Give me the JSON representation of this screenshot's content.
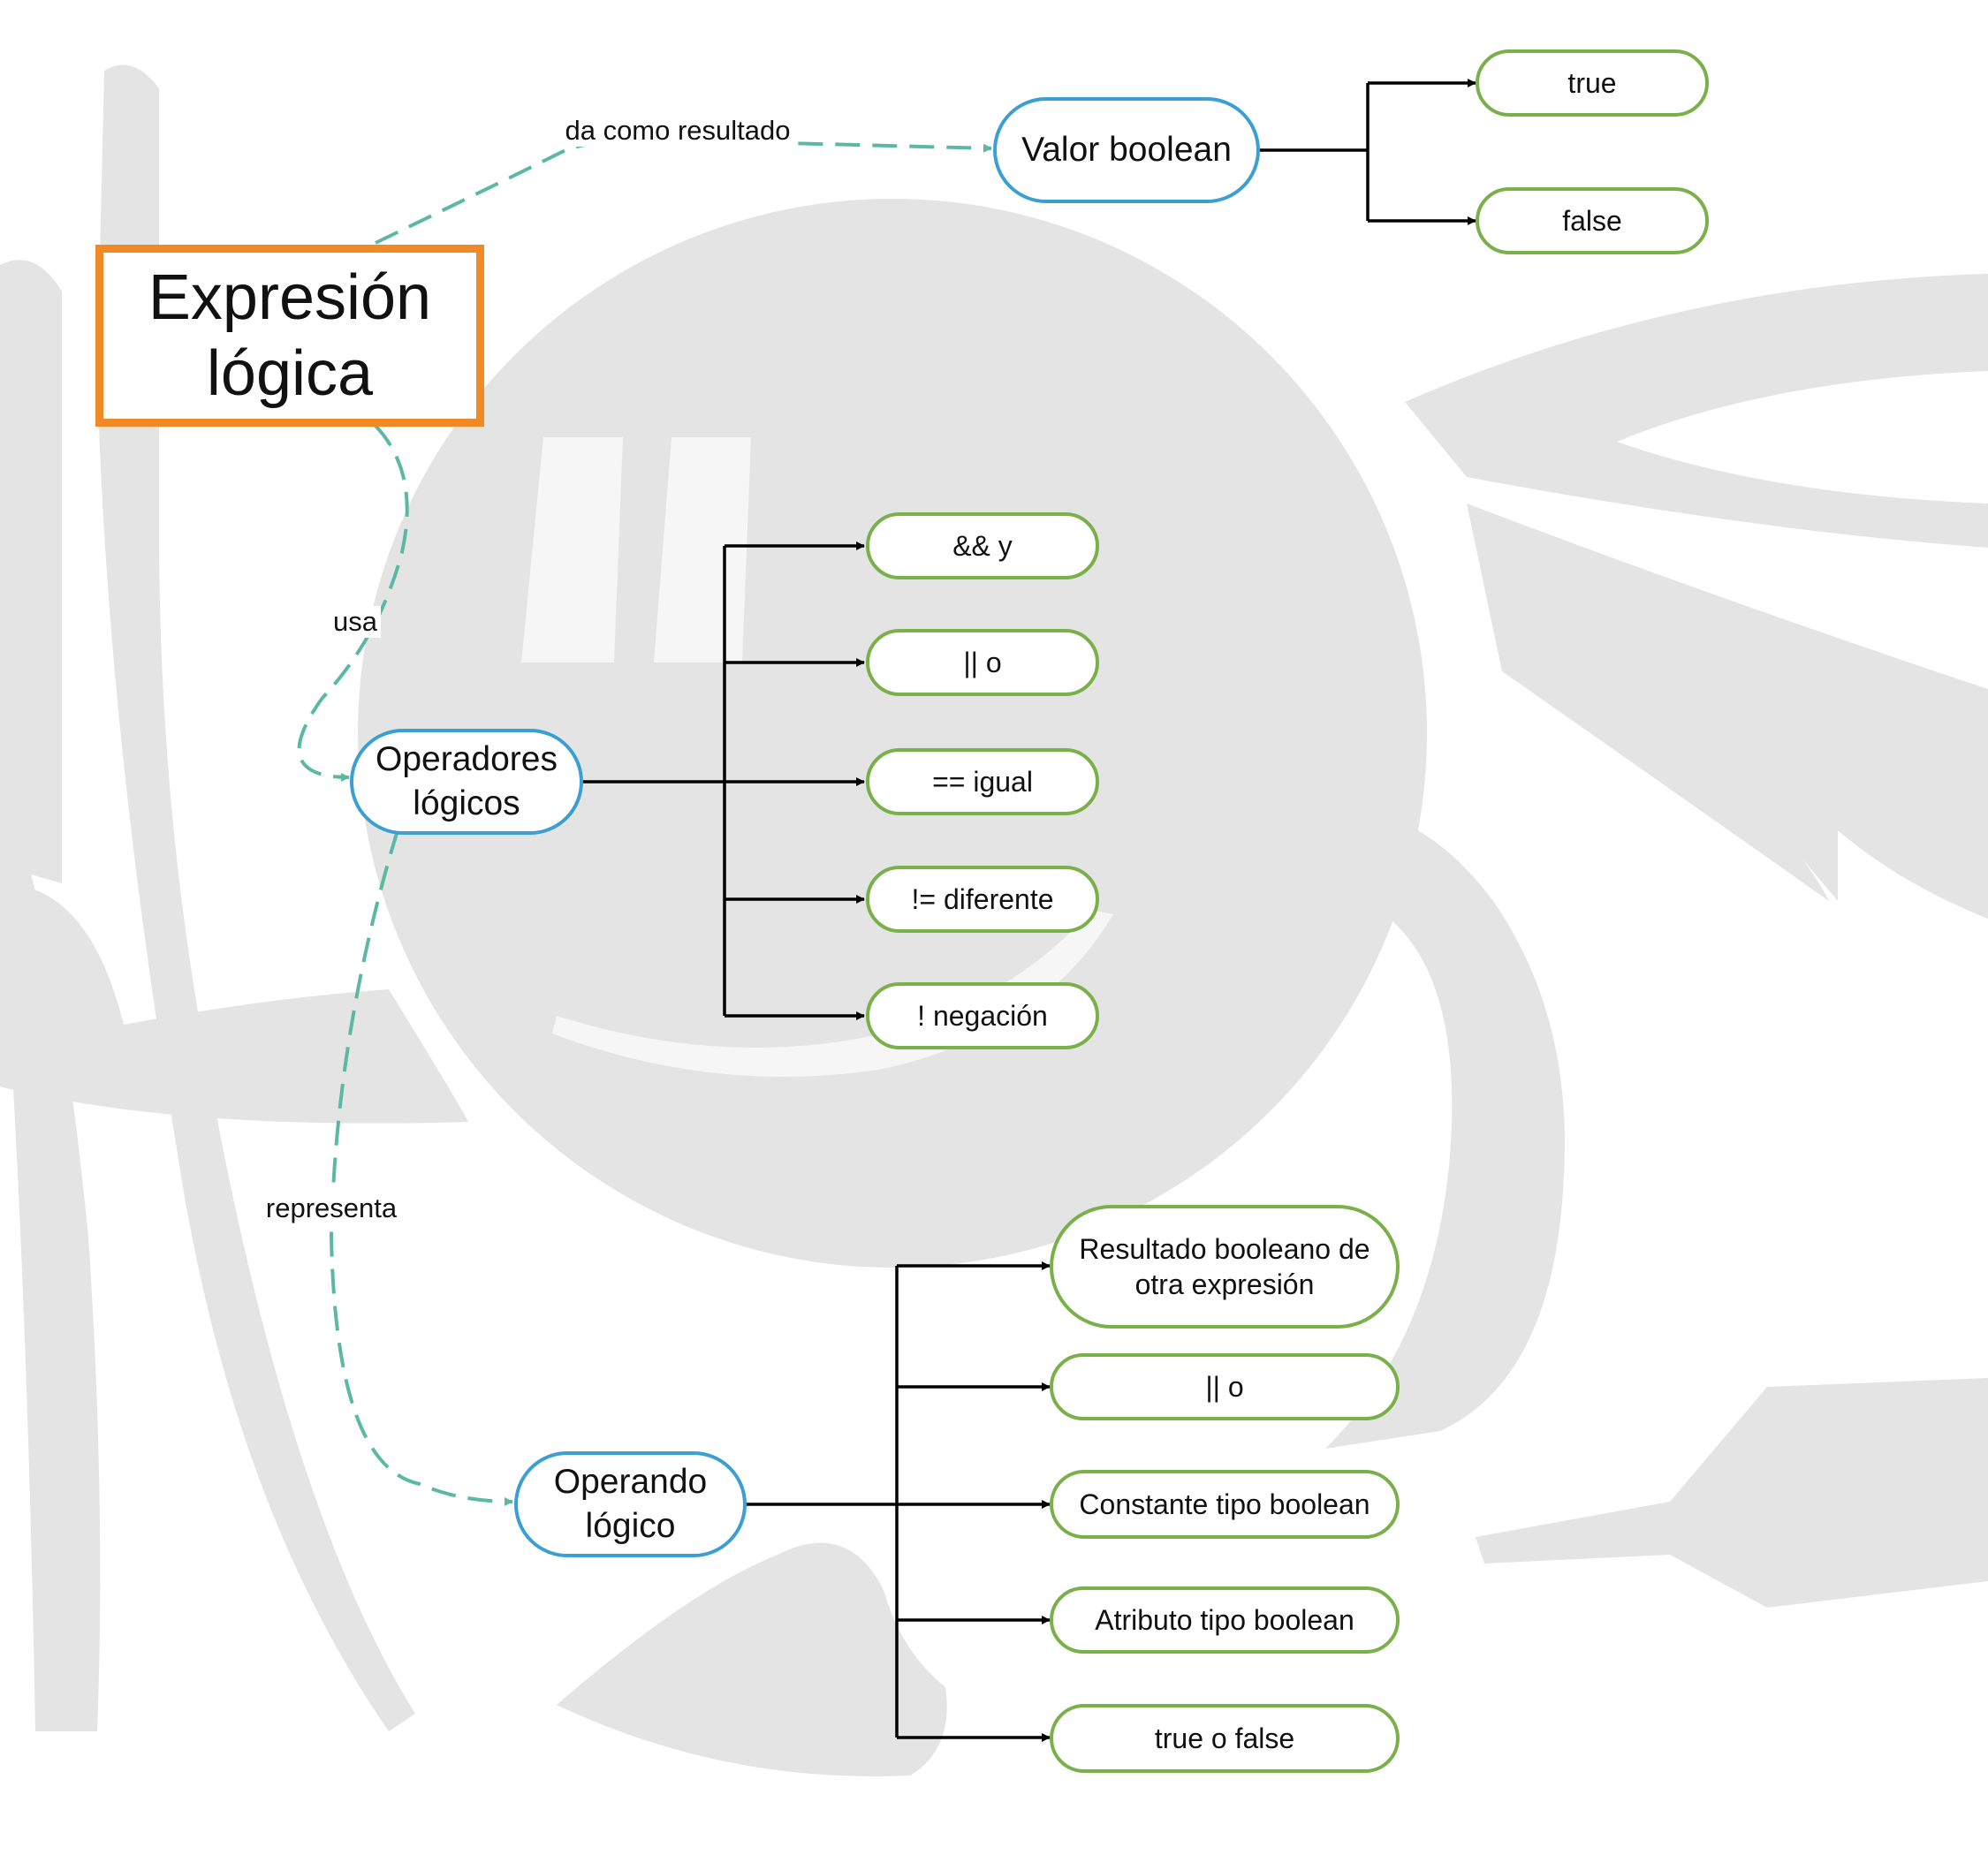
{
  "colors": {
    "root_border": "#ef8a24",
    "concept_border": "#3a9fd3",
    "leaf_border": "#79b04a",
    "dashed_edge": "#5bb9a3",
    "solid_edge": "#000000",
    "watermark": "#e0e0e0"
  },
  "nodes": {
    "root": "Expresión\nlógica",
    "valor": "Valor boolean",
    "operadores": "Operadores\nlógicos",
    "operando": "Operando\nlógico",
    "true1": "true",
    "false1": "false",
    "and": "&& y",
    "or1": "|| o",
    "eq": "== igual",
    "neq": "!= diferente",
    "not": "! negación",
    "resultado": "Resultado booleano de\notra expresión",
    "or2": "|| o",
    "constante": "Constante tipo boolean",
    "atributo": "Atributo tipo boolean",
    "truefalse": "true o false"
  },
  "edge_labels": {
    "da_como": "da como resultado",
    "usa": "usa",
    "representa": "representa"
  }
}
